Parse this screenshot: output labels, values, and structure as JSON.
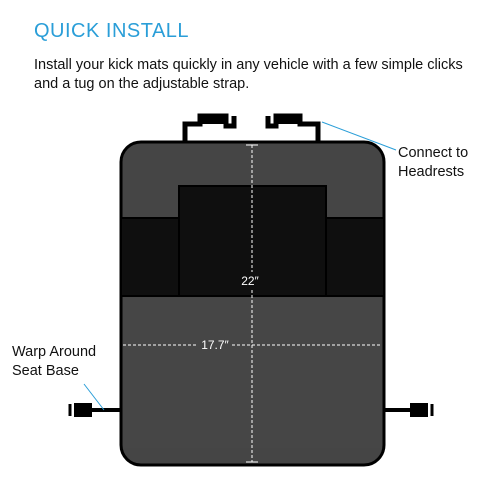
{
  "header": {
    "title": "QUICK INSTALL",
    "subtitle": "Install your kick mats quickly in any vehicle with a few simple clicks and a tug on the adjustable strap."
  },
  "callouts": {
    "headrests": "Connect to Headrests",
    "seat_base": "Warp Around Seat Base"
  },
  "dimensions": {
    "height": "22″",
    "width": "17.7″"
  },
  "colors": {
    "accent": "#2a9ed8",
    "mat_body": "#454545",
    "pockets": "#0f0f0f",
    "text": "#111111"
  }
}
